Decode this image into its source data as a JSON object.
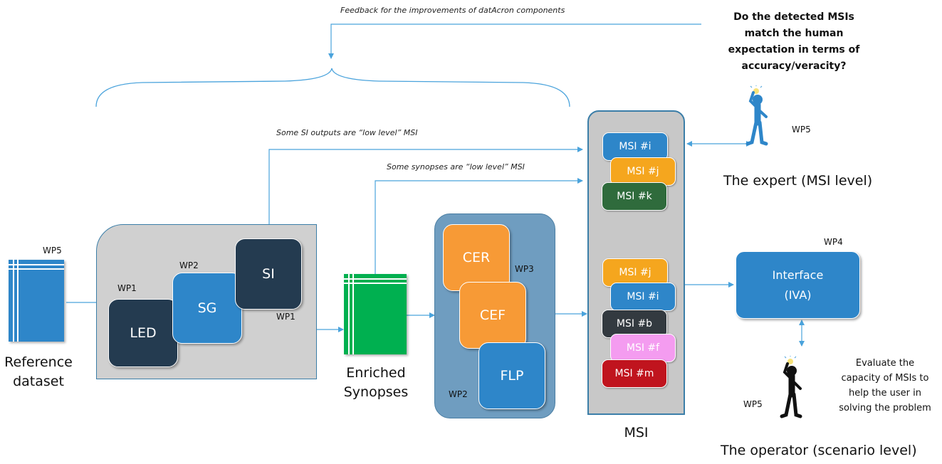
{
  "annotations": {
    "feedback": "Feedback for the improvements of datAcron components",
    "si_outputs": "Some SI outputs are “low level” MSI",
    "synopses": "Some synopses are “low level” MSI",
    "question": [
      "Do the detected MSIs",
      "match the human",
      "expectation in terms of",
      "accuracy/veracity?"
    ],
    "evaluate": [
      "Evaluate the",
      "capacity of MSIs to",
      "help the user in",
      "solving the problem"
    ]
  },
  "reference": {
    "wp": "WP5",
    "label_lines": [
      "Reference",
      "dataset"
    ]
  },
  "stage1": {
    "wp_led": "WP1",
    "wp_sg": "WP2",
    "wp_out": "WP1",
    "led": "LED",
    "sg": "SG",
    "si": "SI"
  },
  "enriched": {
    "label_lines": [
      "Enriched",
      "Synopses"
    ]
  },
  "stage2": {
    "cer": "CER",
    "cef": "CEF",
    "flp": "FLP",
    "wp3": "WP3",
    "wp2": "WP2"
  },
  "msi_panel": {
    "label": "MSI",
    "top_items": [
      {
        "text": "MSI  #i",
        "color": "#2e86c9"
      },
      {
        "text": "MSI  #j",
        "color": "#f5a61e"
      },
      {
        "text": "MSI  #k",
        "color": "#2f6b3c"
      }
    ],
    "bottom_items": [
      {
        "text": "MSI  #j",
        "color": "#f5a61e"
      },
      {
        "text": "MSI  #i",
        "color": "#2e86c9"
      },
      {
        "text": "MSI  #b",
        "color": "#333a40"
      },
      {
        "text": "MSI  #f",
        "color": "#f49cf0"
      },
      {
        "text": "MSI  #m",
        "color": "#c0141e"
      }
    ]
  },
  "expert": {
    "wp": "WP5",
    "label": "The expert (MSI level)"
  },
  "interface": {
    "wp": "WP4",
    "line1": "Interface",
    "line2": "(IVA)"
  },
  "operator": {
    "wp": "WP5",
    "label": "The operator (scenario level)"
  },
  "colors": {
    "dark_navy": "#243b50",
    "blue": "#2e86c9",
    "orange": "#f79a36",
    "green": "#00b050",
    "panel_gray": "#d0d0d0",
    "panel_blue": "#6f9dc0",
    "msi_panel": "#c8c8c8",
    "arrow": "#4aa3dc"
  }
}
